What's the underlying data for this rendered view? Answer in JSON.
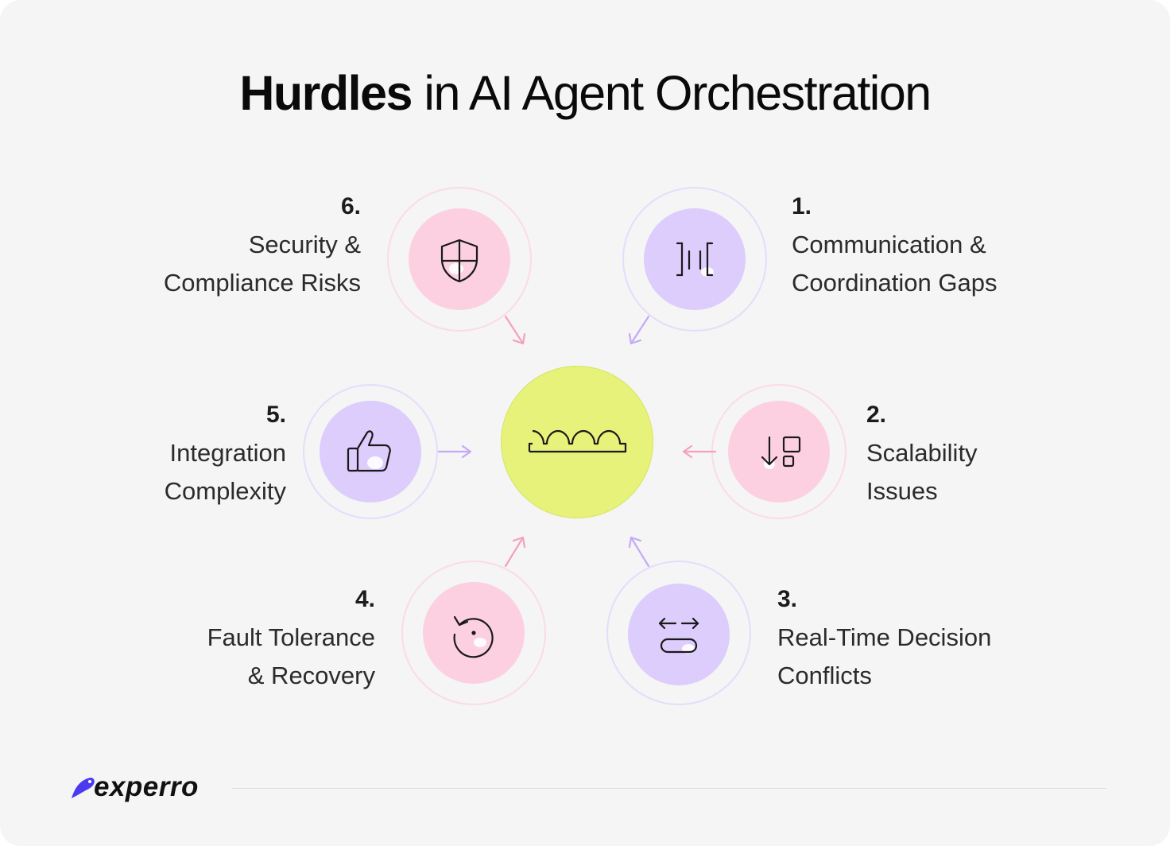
{
  "title": {
    "bold": "Hurdles",
    "rest": " in AI Agent Orchestration"
  },
  "items": [
    {
      "num": "1.",
      "line1": "Communication &",
      "line2": "Coordination Gaps",
      "icon": "bracket-gap-icon",
      "color": "#dccdfc"
    },
    {
      "num": "2.",
      "line1": "Scalability",
      "line2": "Issues",
      "icon": "scale-arrow-icon",
      "color": "#fcd0e1"
    },
    {
      "num": "3.",
      "line1": "Real-Time Decision",
      "line2": "Conflicts",
      "icon": "swap-arrows-icon",
      "color": "#dccdfc"
    },
    {
      "num": "4.",
      "line1": "Fault Tolerance",
      "line2": "& Recovery",
      "icon": "undo-circle-icon",
      "color": "#fcd0e1"
    },
    {
      "num": "5.",
      "line1": "Integration",
      "line2": "Complexity",
      "icon": "thumbs-up-icon",
      "color": "#dccdfc"
    },
    {
      "num": "6.",
      "line1": "Security &",
      "line2": "Compliance Risks",
      "icon": "shield-icon",
      "color": "#fcd0e1"
    }
  ],
  "center": {
    "icon": "orchestration-hub-icon",
    "color": "#e6f27a"
  },
  "brand": {
    "name": "experro",
    "icon": "bird-logo-icon"
  }
}
